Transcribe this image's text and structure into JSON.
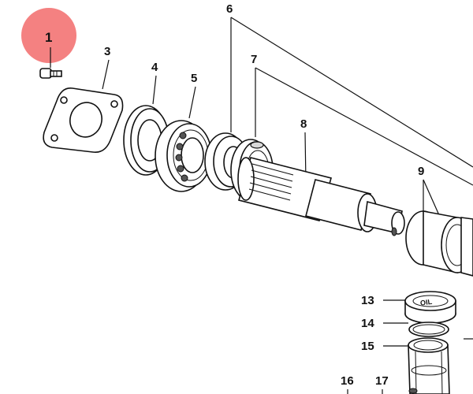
{
  "highlight": {
    "label": "1",
    "color": "#f26b6b"
  },
  "callouts": {
    "c3": "3",
    "c4": "4",
    "c5": "5",
    "c6": "6",
    "c7": "7",
    "c8": "8",
    "c9": "9",
    "c13": "13",
    "c14": "14",
    "c15": "15",
    "c16": "16",
    "c17": "17"
  },
  "cap_text": "OIL",
  "stroke_color": "#111111"
}
